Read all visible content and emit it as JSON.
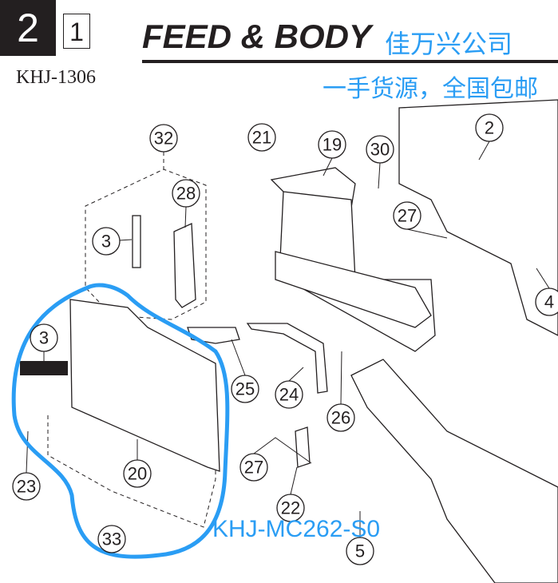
{
  "header": {
    "section": "2",
    "subsection": "1",
    "title": "FEED & BODY",
    "model": "KHJ-1306"
  },
  "watermark": {
    "company": "佳万兴公司",
    "slogan": "一手货源，全国包邮",
    "part_number": "KHJ-MC262-S0"
  },
  "callouts": [
    "32",
    "28",
    "3",
    "21",
    "19",
    "30",
    "2",
    "27",
    "4",
    "3",
    "25",
    "24",
    "26",
    "20",
    "27",
    "23",
    "22",
    "33",
    "5"
  ],
  "highlight_color": "#2a9df4"
}
